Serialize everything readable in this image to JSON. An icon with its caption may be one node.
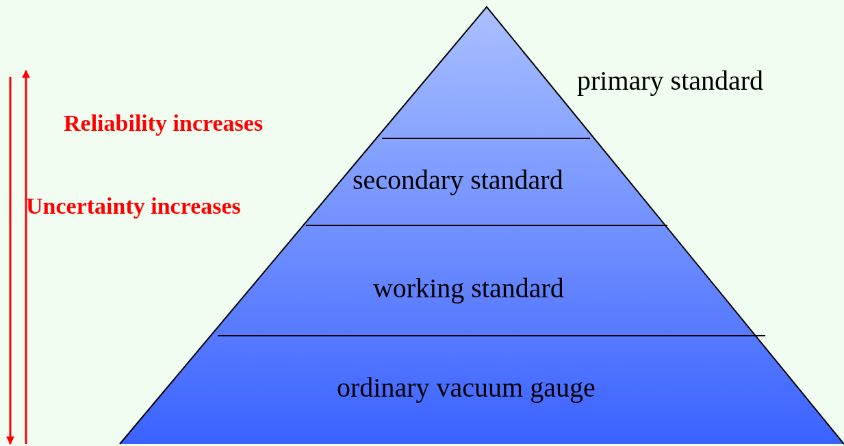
{
  "diagram": {
    "nodes": [
      {
        "text": [
          "primary standard"
        ]
      },
      {
        "text": [
          "secondary standard"
        ]
      },
      {
        "text": [
          "working standard"
        ]
      },
      {
        "text": [
          "ordinary vacuum gauge"
        ]
      }
    ],
    "labels": [
      "Reliability increases",
      "Uncertainty increases"
    ]
  }
}
